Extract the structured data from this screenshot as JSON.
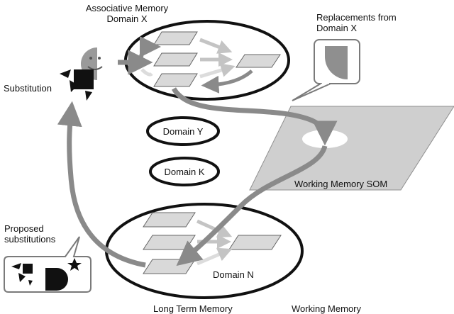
{
  "labels": {
    "associative_memory_line1": "Associative Memory",
    "associative_memory_line2": "Domain X",
    "replacements_line1": "Replacements from",
    "replacements_line2": "Domain X",
    "substitution": "Substitution",
    "domain_y": "Domain Y",
    "domain_k": "Domain K",
    "working_memory_som": "Working Memory SOM",
    "proposed_line1": "Proposed",
    "proposed_line2": "substitutions",
    "domain_n": "Domain N",
    "long_term_memory": "Long Term Memory",
    "working_memory": "Working Memory"
  },
  "colors": {
    "arrow_dark": "#8a8a8a",
    "arrow_light": "#c8c8c8",
    "sheet_fill": "#d9d9d9",
    "som_fill": "#cfcfcf",
    "ellipse_stroke": "#111111",
    "callout_stroke": "#7a7a7a"
  }
}
